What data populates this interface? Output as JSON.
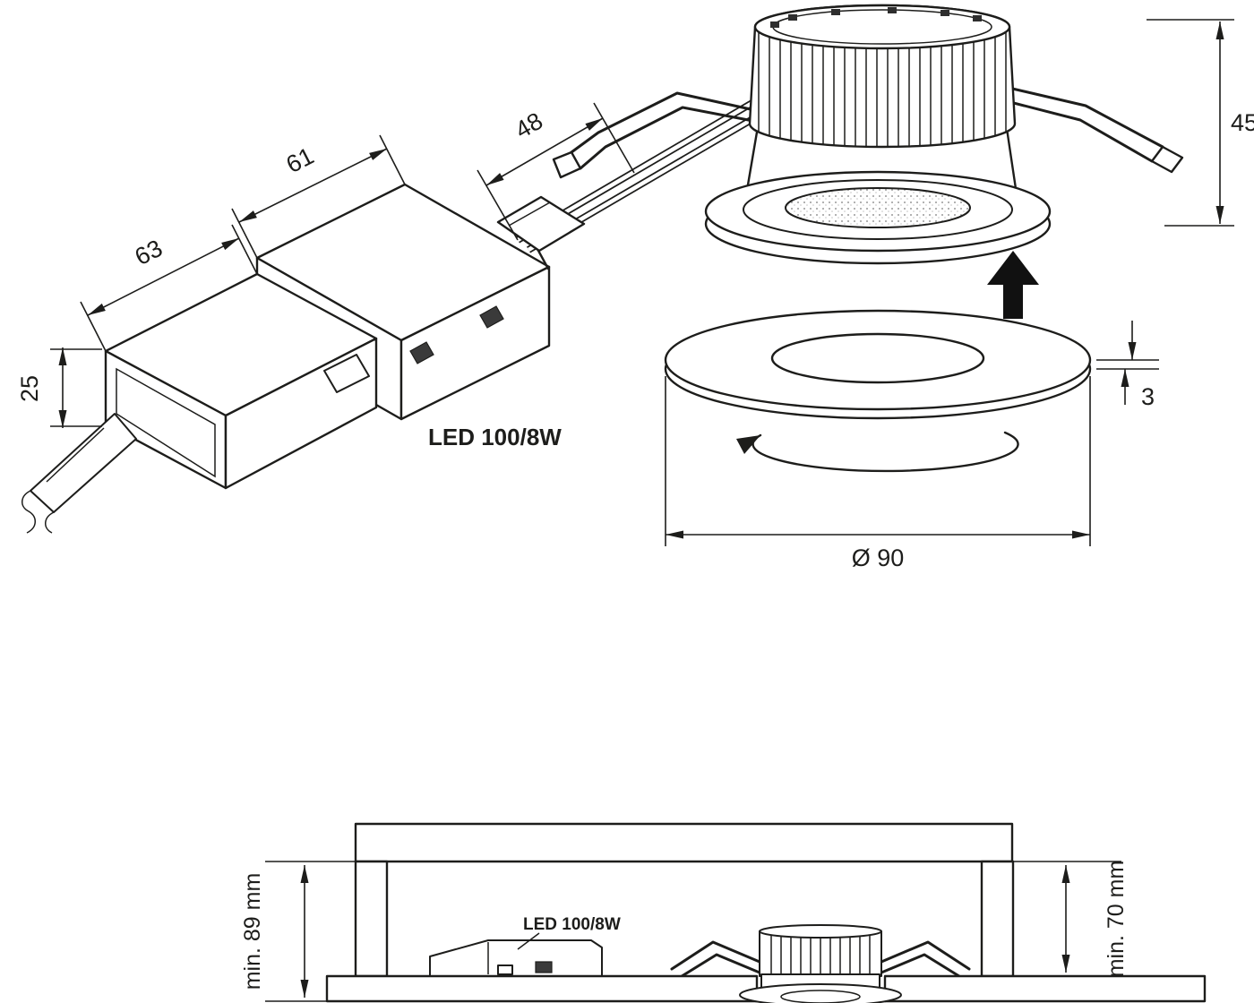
{
  "product": {
    "label": "LED 100/8W"
  },
  "dimensions": {
    "driver_front_length": "63",
    "driver_body_length": "61",
    "connector_length": "48",
    "driver_height": "25",
    "luminaire_height": "45",
    "bezel_thickness": "3",
    "cutout_diameter": "Ø 90"
  },
  "section": {
    "label": "LED 100/8W",
    "min_depth_driver_side": "min. 89 mm",
    "min_depth_luminaire_side": "min. 70 mm"
  },
  "colors": {
    "line": "#1d1d1b",
    "background": "#ffffff",
    "arrow_fill": "#111111"
  }
}
